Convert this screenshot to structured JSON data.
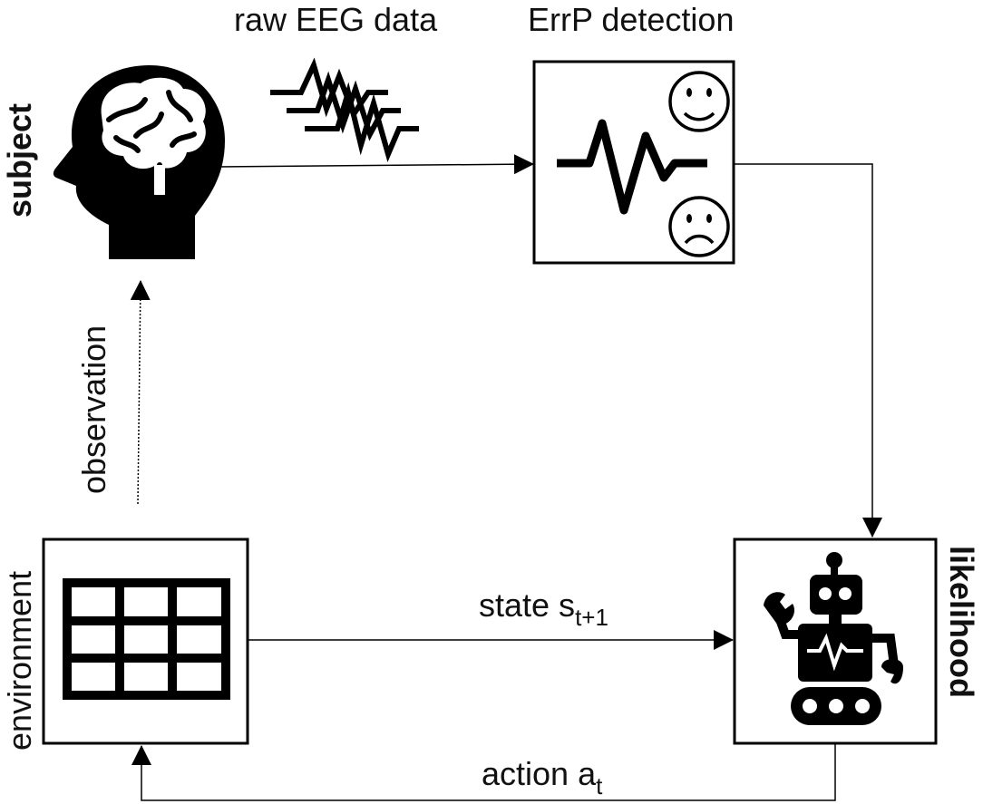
{
  "labels": {
    "raw_eeg": "raw EEG data",
    "errp": "ErrP detection",
    "subject": "subject",
    "observation": "observation",
    "environment": "environment",
    "likelihood": "likelihood",
    "state": "state s",
    "state_sub": "t+1",
    "action": "action a",
    "action_sub": "t"
  },
  "icons": {
    "subject": "head-brain-icon",
    "eeg": "eeg-waves-icon",
    "errp": "errp-signal-icon",
    "environment": "grid-world-icon",
    "agent": "robot-icon"
  },
  "colors": {
    "ink": "#000000",
    "background": "#ffffff"
  }
}
